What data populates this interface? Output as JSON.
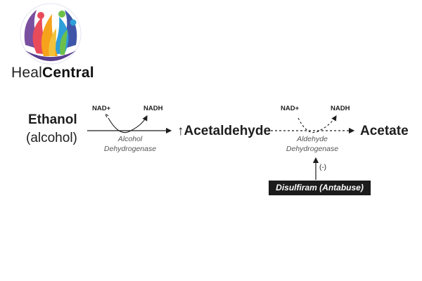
{
  "brand": {
    "part1": "Heal",
    "part2": "Central"
  },
  "diagram": {
    "substrate_line1": "Ethanol",
    "substrate_line2": "(alcohol)",
    "enzyme1_line1": "Alcohol",
    "enzyme1_line2": "Dehydrogenase",
    "cof_in_1": "NAD+",
    "cof_out_1": "NADH",
    "increase_symbol": "↑",
    "intermediate": "Acetaldehyde",
    "enzyme2_line1": "Aldehyde",
    "enzyme2_line2": "Dehydrogenase",
    "cof_in_2": "NAD+",
    "cof_out_2": "NADH",
    "product": "Acetate",
    "inhibitor": "Disulfiram (Antabuse)",
    "inhibition_mark": "(-)"
  }
}
